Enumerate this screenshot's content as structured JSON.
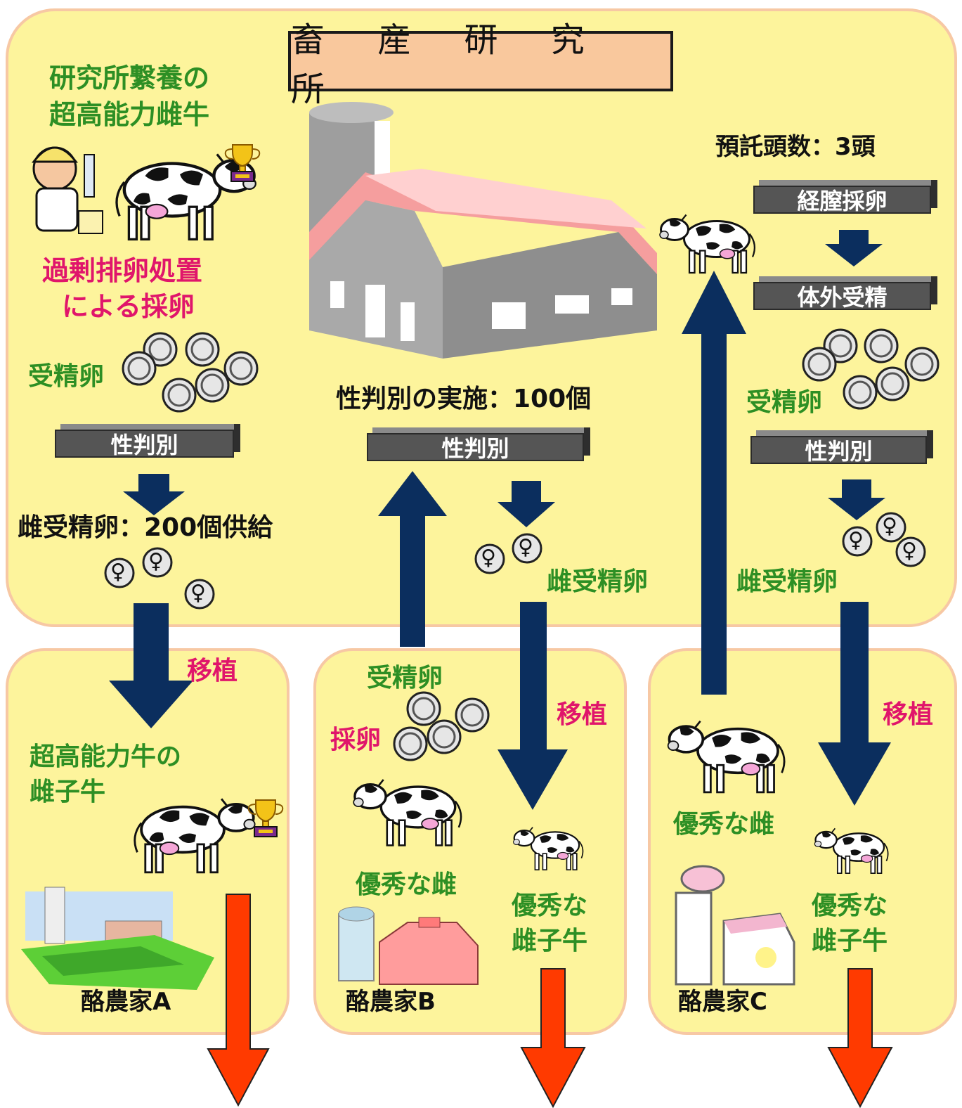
{
  "title": "畜 産 研 究 所",
  "research": {
    "cow_line1": "研究所繋養の",
    "cow_line2": "超高能力雌牛",
    "superovulation_line1": "過剰排卵処置",
    "superovulation_line2": "による採卵",
    "fertilized_egg": "受精卵",
    "sexing": "性判別",
    "female_supply": "雌受精卵：200個供給",
    "sexing_count": "性判別の実施：100個",
    "center_sexing": "性判別",
    "center_female": "雌受精卵",
    "deposit_count": "預託頭数：3頭",
    "opu": "経膣採卵",
    "ivf": "体外受精",
    "right_fertilized": "受精卵",
    "right_sexing": "性判別",
    "right_female": "雌受精卵"
  },
  "farmA": {
    "transplant": "移植",
    "calf_line1": "超高能力牛の",
    "calf_line2": "雌子牛",
    "name": "酪農家A"
  },
  "farmB": {
    "fertilized_egg": "受精卵",
    "egg_collection": "採卵",
    "transplant": "移植",
    "excellent_female": "優秀な雌",
    "calf_line1": "優秀な",
    "calf_line2": "雌子牛",
    "name": "酪農家B"
  },
  "farmC": {
    "transplant": "移植",
    "excellent_female": "優秀な雌",
    "calf_line1": "優秀な",
    "calf_line2": "雌子牛",
    "name": "酪農家C"
  },
  "female_symbol": "♀",
  "colors": {
    "panel_fill": "#fdf49c",
    "panel_border": "#f7c8a4",
    "arrow_navy": "#0b2e5e",
    "arrow_red": "#ff3a00",
    "green_text": "#2d8f24",
    "pink_text": "#e0156b",
    "barn_roof": "#f59e9e",
    "barn_wall": "#9e9e9e"
  },
  "icons": [
    "barn-icon",
    "cow-icon",
    "trophy-icon",
    "scientist-icon",
    "egg-icon",
    "farm-icon",
    "silo-icon"
  ]
}
